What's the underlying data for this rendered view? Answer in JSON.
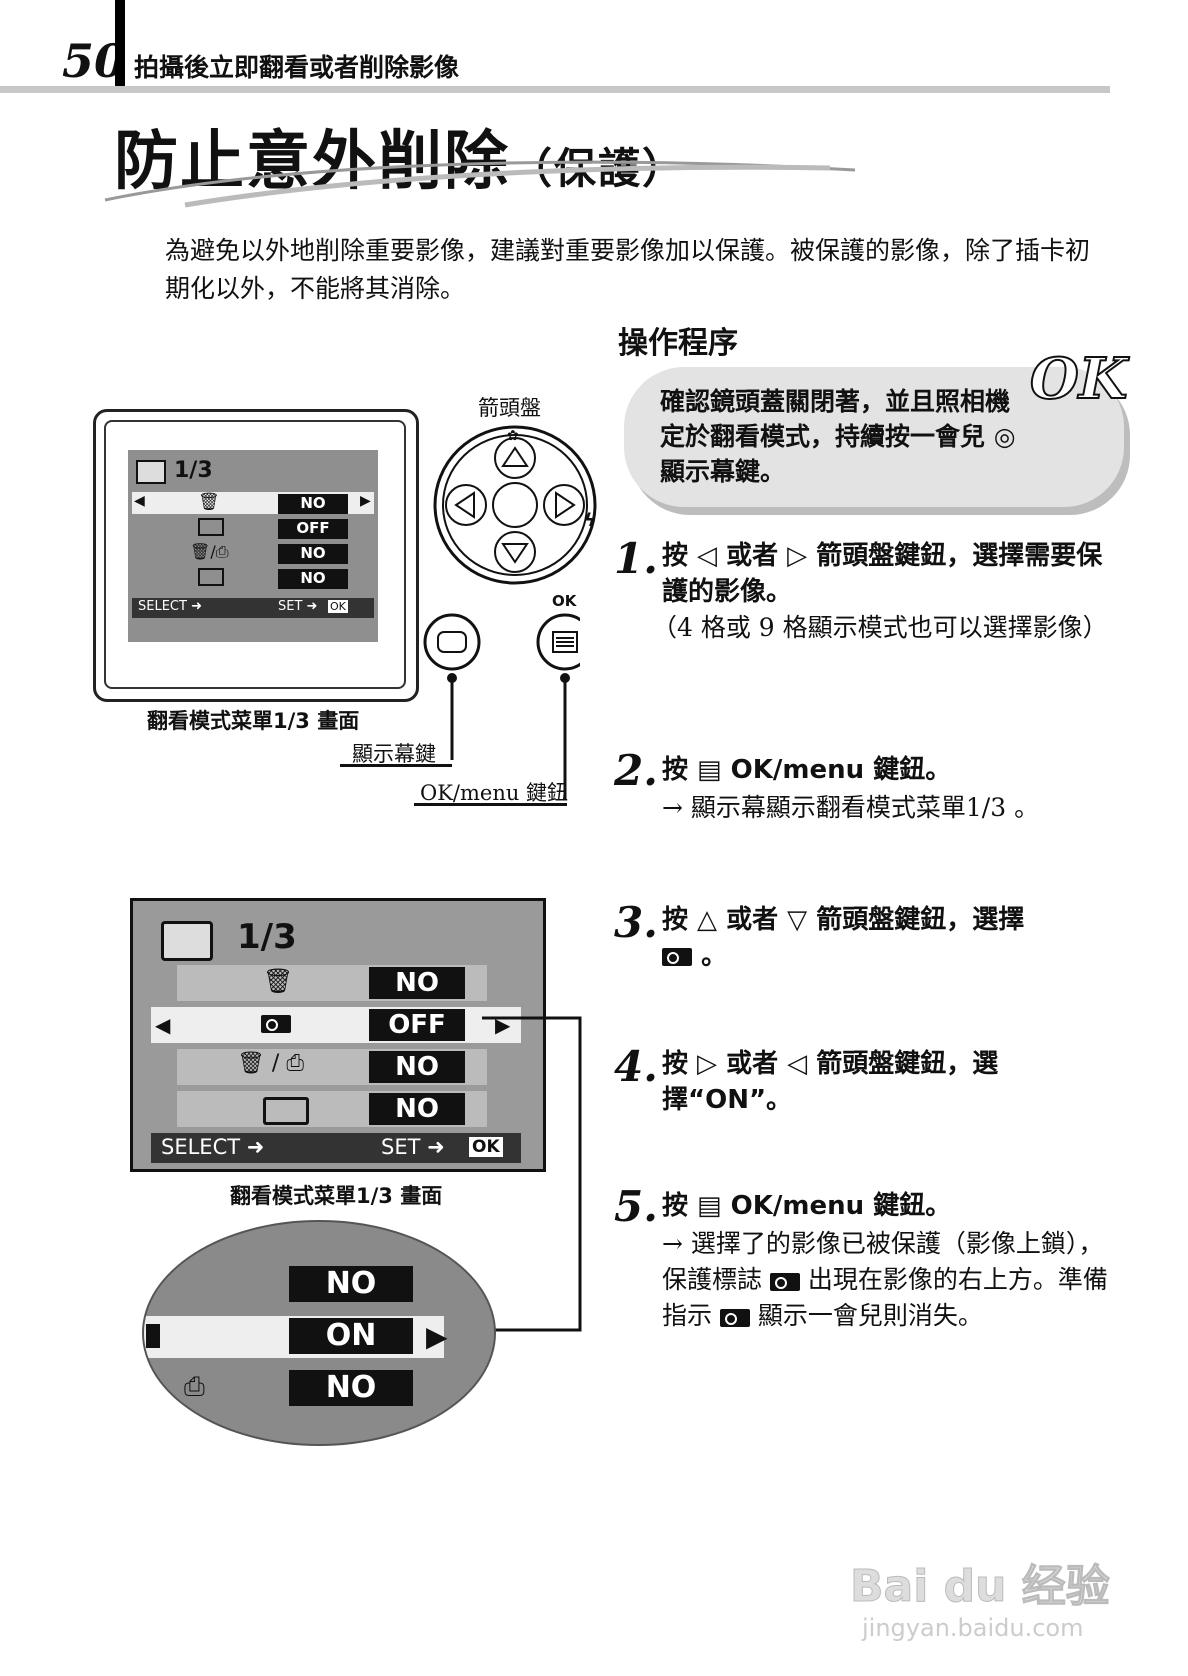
{
  "header": {
    "page_number": "50",
    "chapter": "拍攝後立即翻看或者削除影像"
  },
  "title": {
    "main": "防止意外削除",
    "sub": "（保護）"
  },
  "intro": "為避免以外地削除重要影像，建議對重要影像加以保護。被保護的影像，除了插卡初期化以外，不能將其消除。",
  "procedure": {
    "heading": "操作程序",
    "precondition": "確認鏡頭蓋關閉著，並且照相機定於翻看模式，持續按一會兒 ◎ 顯示幕鍵。",
    "ok_logo": "OK",
    "steps": [
      {
        "num": "1.",
        "text": "按 ◁ 或者 ▷ 箭頭盤鍵鈕，選擇需要保護的影像。",
        "note": "（4 格或 9 格顯示模式也可以選擇影像）"
      },
      {
        "num": "2.",
        "text": "按 ▤ OK/menu 鍵鈕。",
        "note": "→ 顯示幕顯示翻看模式菜單1/3 。"
      },
      {
        "num": "3.",
        "text": "按 △ 或者 ▽ 箭頭盤鍵鈕，選擇",
        "text2": "。",
        "note": ""
      },
      {
        "num": "4.",
        "text": "按 ▷ 或者 ◁ 箭頭盤鍵鈕，選擇“ON”。",
        "note": ""
      },
      {
        "num": "5.",
        "text": "按 ▤ OK/menu 鍵鈕。",
        "note_a": "→ 選擇了的影像已被保護（影像上鎖），保護標誌",
        "note_b": "出現在影像的右上方。準備指示",
        "note_c": "顯示一會兒則消失。"
      }
    ]
  },
  "figure1": {
    "screen_page": "1/3",
    "rows": [
      "NO",
      "OFF",
      "NO",
      "NO"
    ],
    "bottom_left": "SELECT ➜",
    "bottom_right": "SET ➜",
    "ok_label": "OK",
    "caption": "翻看模式菜單1/3 畫面",
    "dial_label": "箭頭盤",
    "ok_small": "OK",
    "callout_display": "顯示幕鍵",
    "callout_menu": "OK/menu 鍵鈕"
  },
  "figure2": {
    "screen_page": "1/3",
    "rows": [
      "NO",
      "OFF",
      "NO",
      "NO"
    ],
    "bottom_left": "SELECT ➜",
    "bottom_right": "SET ➜",
    "ok_label": "OK",
    "caption": "翻看模式菜單1/3 畫面",
    "zoom_rows": [
      "NO",
      "ON",
      "NO"
    ]
  },
  "watermark": {
    "brand": "Bai du 经验",
    "url": "jingyan.baidu.com"
  }
}
